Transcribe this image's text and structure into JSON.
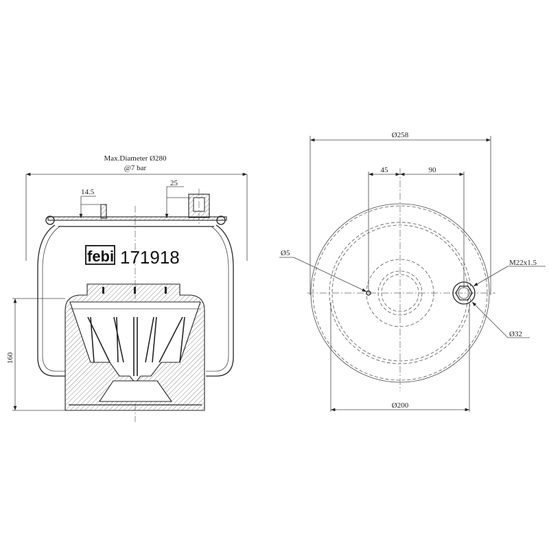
{
  "part": {
    "brand": "febi",
    "number": "171918"
  },
  "side_view": {
    "max_diameter_label": "Max.Diameter Ø280",
    "pressure_label": "@7 bar",
    "dim_bolt_height": "14.5",
    "dim_fitting_height": "25",
    "dim_height": "160"
  },
  "top_view": {
    "dim_outer_diameter": "Ø258",
    "dim_offset_left": "45",
    "dim_offset_right": "90",
    "dim_hole": "Ø5",
    "dim_thread": "M22x1.5",
    "dim_fitting_diameter": "Ø32",
    "dim_bottom_diameter": "Ø200"
  },
  "colors": {
    "line": "#222222",
    "background": "#ffffff"
  }
}
